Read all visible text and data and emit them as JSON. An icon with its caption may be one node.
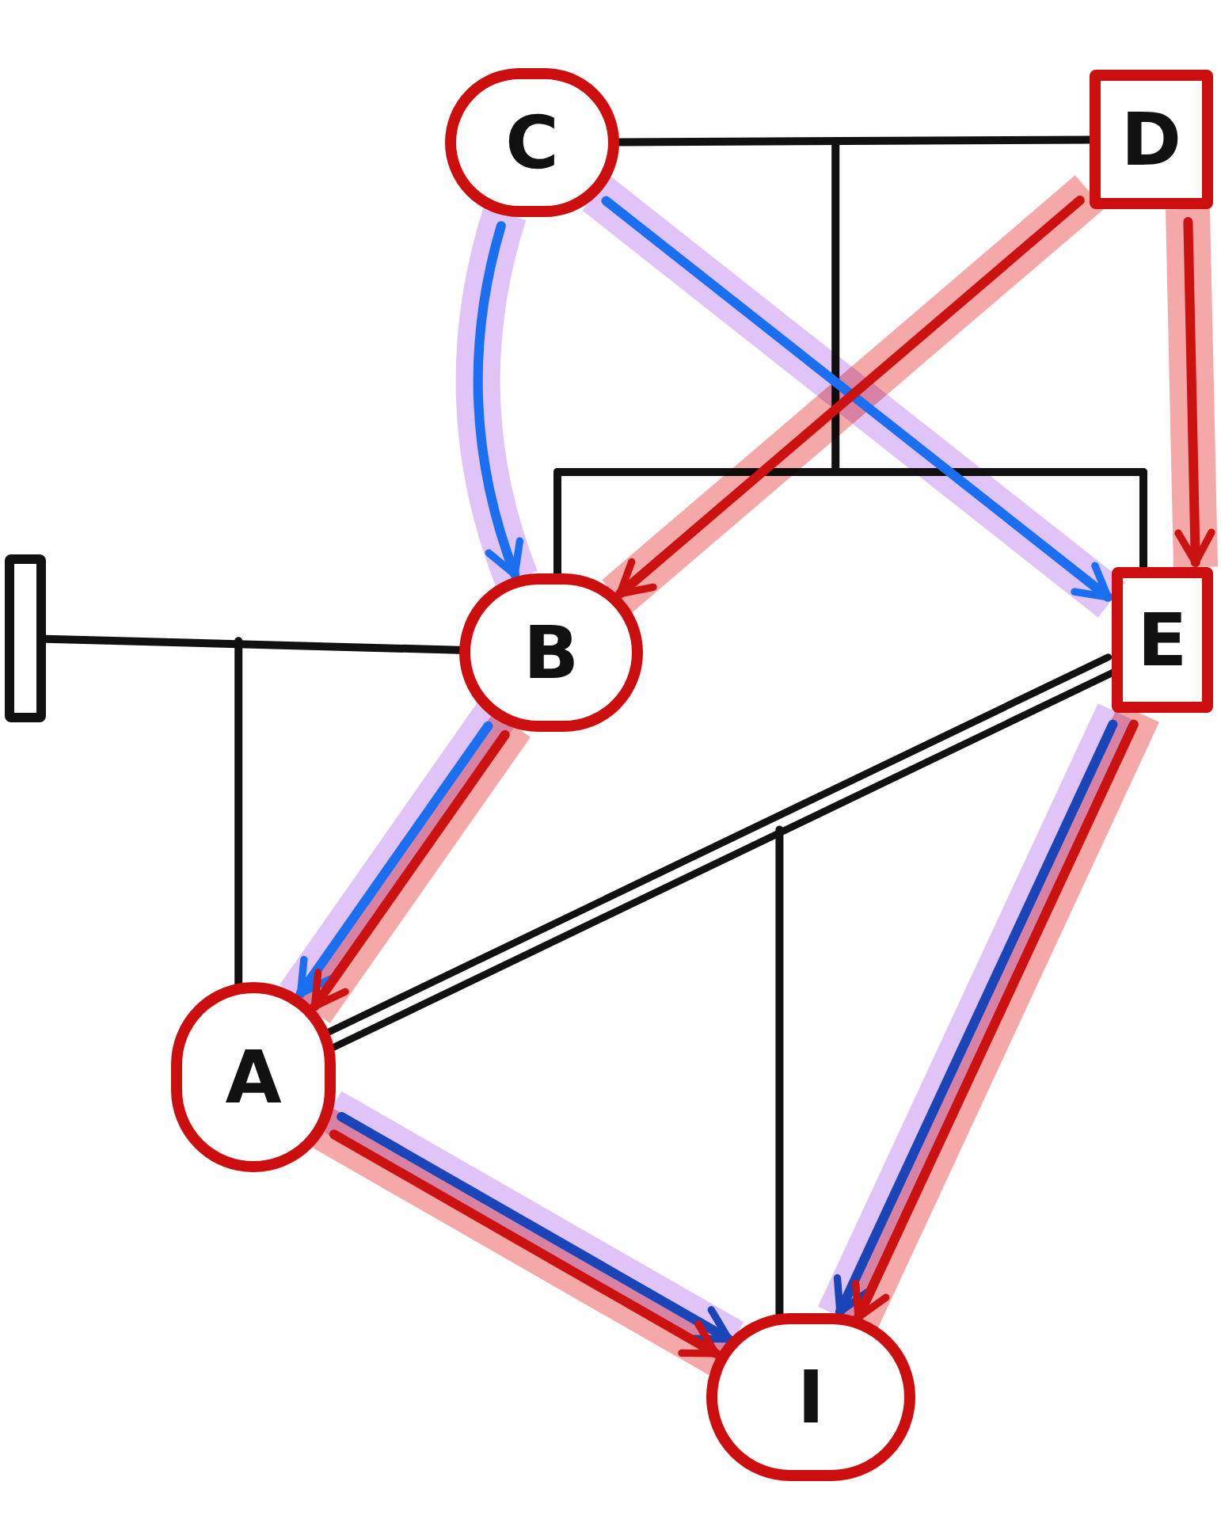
{
  "diagram": {
    "nodes": [
      {
        "text": [
          "C"
        ]
      },
      {
        "text": [
          "D"
        ]
      },
      {
        "text": [],
        "shape": "box"
      },
      {
        "text": [
          "B"
        ]
      },
      {
        "text": [
          "E"
        ]
      },
      {
        "text": [
          "A"
        ]
      },
      {
        "text": [
          "I"
        ]
      }
    ],
    "edges": [
      {
        "from": 0,
        "to": 1,
        "arrow": "none"
      },
      {
        "from": 0,
        "to": 3,
        "arrow": "none"
      },
      {
        "from": 1,
        "to": 3,
        "arrow": "none"
      },
      {
        "from": 0,
        "to": 4,
        "arrow": "none"
      },
      {
        "from": 1,
        "to": 4,
        "arrow": "none"
      },
      {
        "from": 2,
        "to": 3,
        "arrow": "none"
      },
      {
        "from": 2,
        "to": 5,
        "arrow": "none"
      },
      {
        "from": 3,
        "to": 5,
        "arrow": "none"
      },
      {
        "from": 4,
        "to": 5,
        "arrow": "none"
      },
      {
        "from": 4,
        "to": 5,
        "arrow": "none"
      },
      {
        "from": 4,
        "to": 6,
        "arrow": "none"
      },
      {
        "from": 5,
        "to": 6,
        "arrow": "none"
      },
      {
        "from": 0,
        "to": 3,
        "arrow": "none",
        "style": "thick",
        "color": "#e0c4f8"
      },
      {
        "from": 0,
        "to": 4,
        "arrow": "none",
        "style": "thick",
        "color": "#e0c4f8"
      },
      {
        "from": 1,
        "to": 3,
        "arrow": "none",
        "style": "thick",
        "color": "#f5a8a8"
      },
      {
        "from": 1,
        "to": 4,
        "arrow": "none",
        "style": "thick",
        "color": "#f5a8a8"
      },
      {
        "from": 3,
        "to": 5,
        "arrow": "none",
        "style": "thick",
        "color": "#e0c4f8"
      },
      {
        "from": 3,
        "to": 5,
        "arrow": "none",
        "style": "thick",
        "color": "#f5a8a8"
      },
      {
        "from": 5,
        "to": 6,
        "arrow": "none",
        "style": "thick",
        "color": "#e0c4f8"
      },
      {
        "from": 5,
        "to": 6,
        "arrow": "none",
        "style": "thick",
        "color": "#f5a8a8"
      },
      {
        "from": 4,
        "to": 6,
        "arrow": "none",
        "style": "thick",
        "color": "#e0c4f8"
      },
      {
        "from": 4,
        "to": 6,
        "arrow": "none",
        "style": "thick",
        "color": "#f5a8a8"
      },
      {
        "from": 0,
        "to": 3,
        "arrow": "to",
        "color": "#1a6ef0"
      },
      {
        "from": 0,
        "to": 4,
        "arrow": "to",
        "color": "#1a6ef0"
      },
      {
        "from": 1,
        "to": 3,
        "arrow": "to",
        "color": "#cc1111"
      },
      {
        "from": 1,
        "to": 4,
        "arrow": "to",
        "color": "#cc1111"
      },
      {
        "from": 3,
        "to": 5,
        "arrow": "to",
        "color": "#1a6ef0"
      },
      {
        "from": 3,
        "to": 5,
        "arrow": "to",
        "color": "#cc1111"
      },
      {
        "from": 5,
        "to": 6,
        "arrow": "to",
        "color": "#1a45b8"
      },
      {
        "from": 5,
        "to": 6,
        "arrow": "to",
        "color": "#cc1111"
      },
      {
        "from": 4,
        "to": 6,
        "arrow": "to",
        "color": "#1a45b8"
      },
      {
        "from": 4,
        "to": 6,
        "arrow": "to",
        "color": "#cc1111"
      }
    ]
  }
}
